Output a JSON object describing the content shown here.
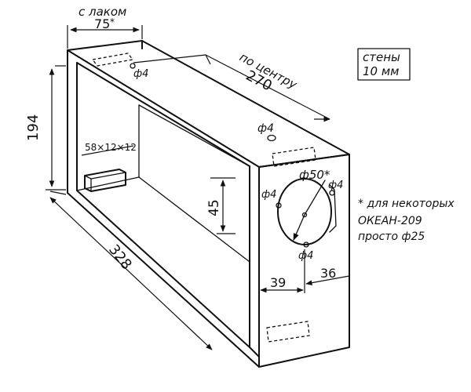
{
  "labels": {
    "with_lacquer": "с лаком",
    "depth_mm": "75",
    "depth_suffix": "*",
    "center_note": "по центру",
    "center_dim": "270",
    "walls": "стены",
    "walls_thickness": "10 мм",
    "height": "194",
    "block_size": "58×12×12",
    "hole_top": "ф4",
    "hole_mid": "ф4",
    "hole_left": "ф4",
    "hole_right": "ф4",
    "hole_bottom": "ф4",
    "circle": "ф50*",
    "inner_height": "45",
    "length": "328",
    "offset_left": "39",
    "offset_right": "36"
  },
  "footnote": {
    "line1": "* для некоторых",
    "line2": "ОКЕАН-209",
    "line3": "просто ф25"
  }
}
